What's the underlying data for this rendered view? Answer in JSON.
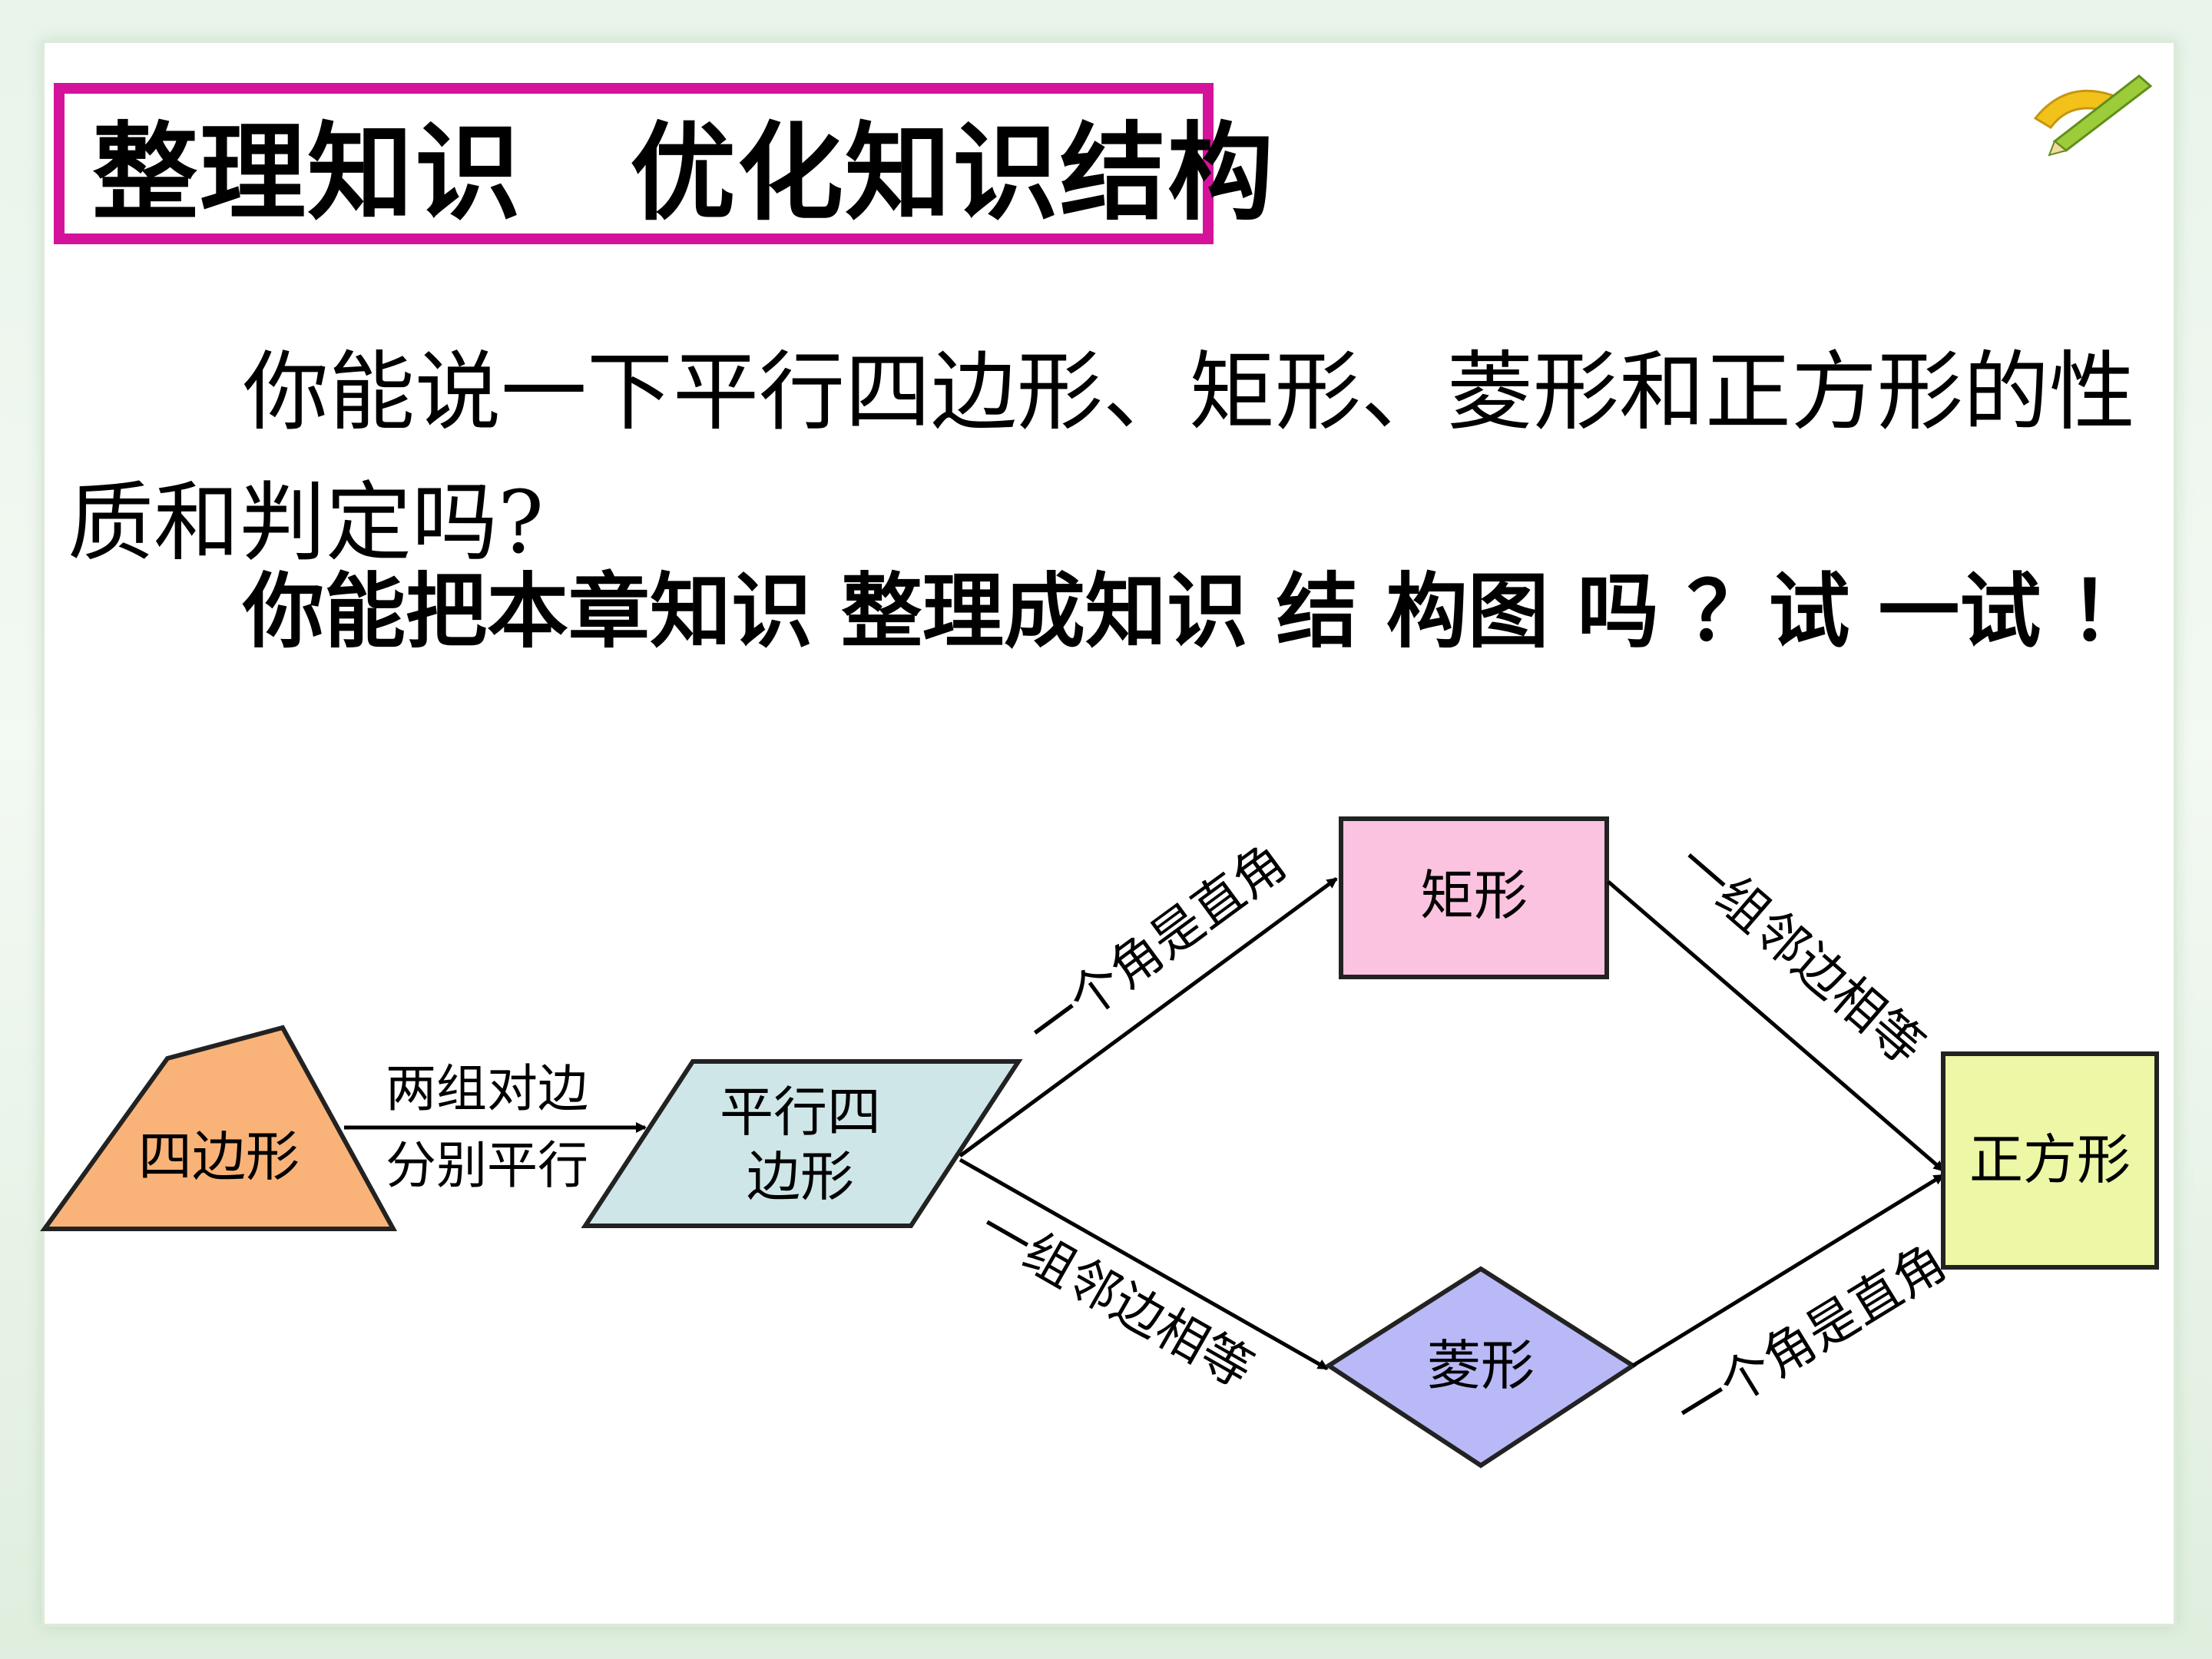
{
  "title": "整理知识　优化知识结构",
  "question_line1": "你能说一下平行四边形、矩形、菱形和正方形的性",
  "question_line2": "质和判定吗?",
  "question_line3": "你能把本章知识 整理成知识 结 构图 吗 ？试 一试 ！",
  "icons": {
    "logo": "ruler-pencil-icon"
  },
  "colors": {
    "title_border": "#d4139a",
    "quadrilateral": "#f9b378",
    "parallelogram": "#cfe6e8",
    "rectangle": "#fbc3df",
    "rhombus": "#b9b9f7",
    "square": "#eef7a6"
  },
  "nodes": {
    "quadrilateral": "四边形",
    "parallelogram_l1": "平行四",
    "parallelogram_l2": "边形",
    "rectangle": "矩形",
    "rhombus": "菱形",
    "square": "正方形"
  },
  "edges": {
    "quad_to_para_top": "两组对边",
    "quad_to_para_bottom": "分别平行",
    "para_to_rect": "一个角是直角",
    "para_to_rhombus": "一组邻边相等",
    "rect_to_square": "一组邻边相等",
    "rhombus_to_square": "一个角是直角"
  }
}
